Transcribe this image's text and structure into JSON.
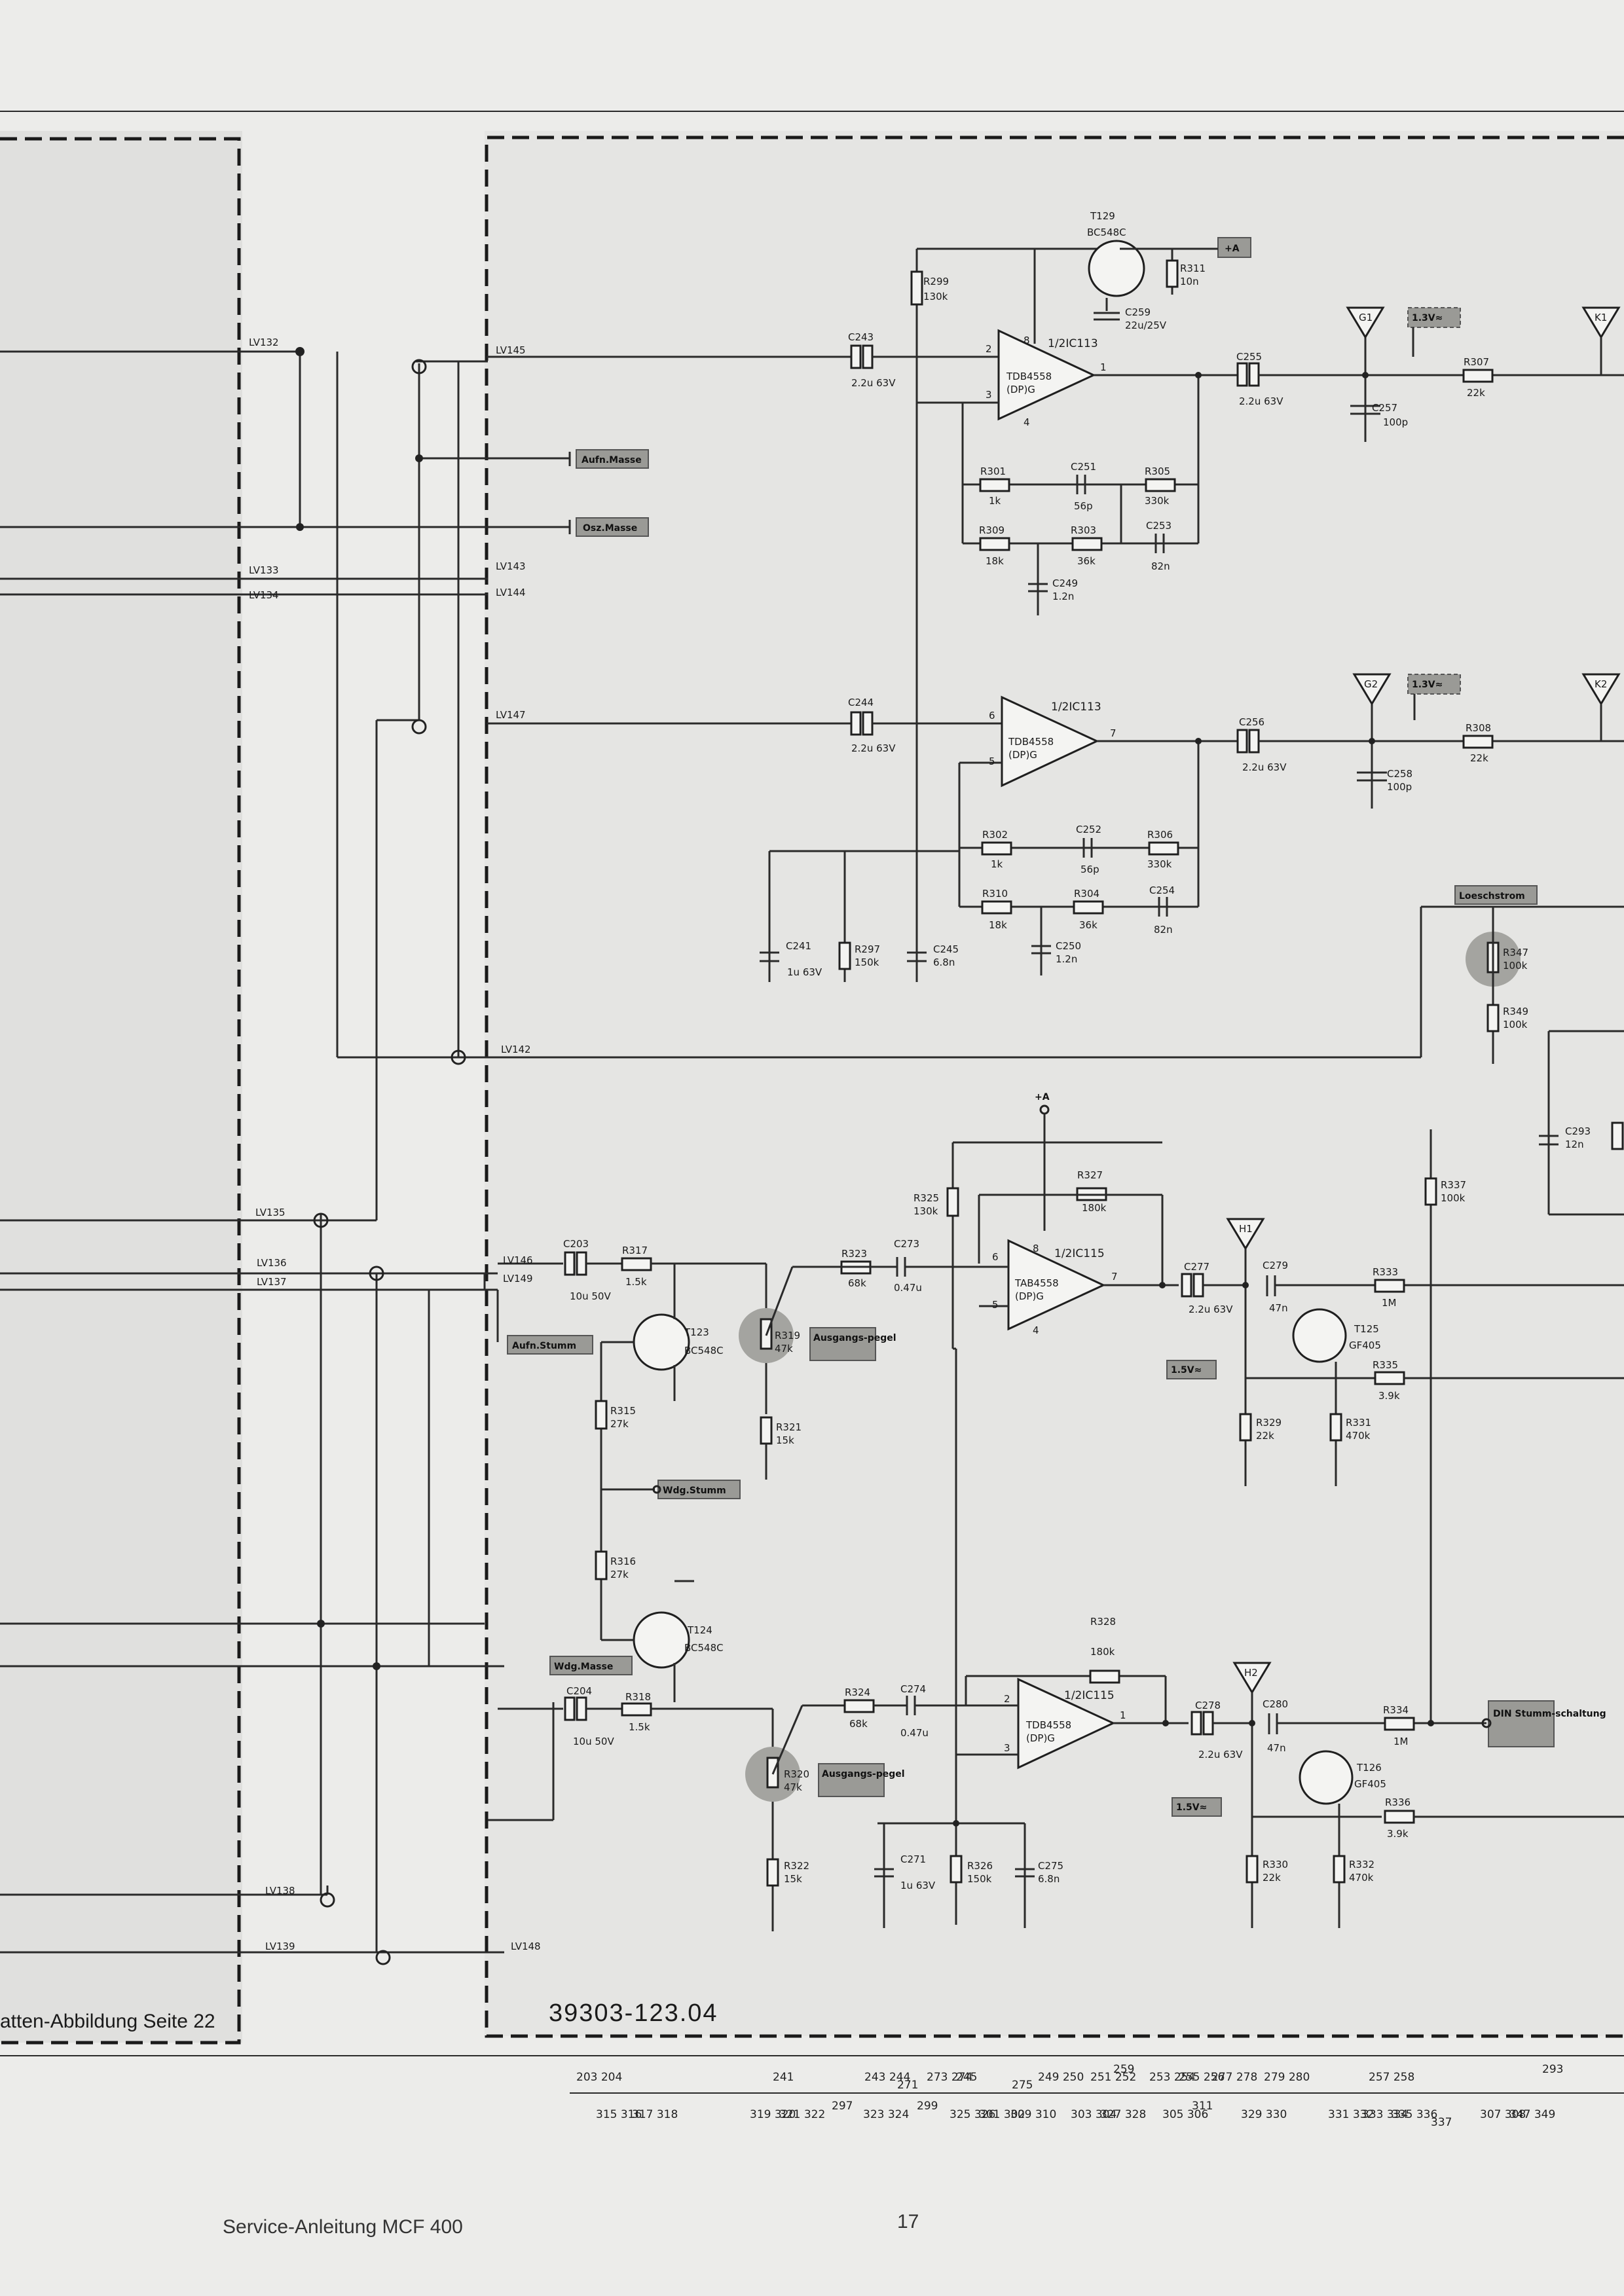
{
  "diagram_id": "39303-123.04",
  "board_note": "atten-Abbildung Seite 22",
  "footer": {
    "left": "Service-Anleitung MCF 400",
    "page": "17"
  },
  "connectors_left": [
    "LV132",
    "LV133",
    "LV134",
    "LV135",
    "LV136",
    "LV137",
    "LV138",
    "LV139"
  ],
  "connectors_right": [
    "LV145",
    "LV143",
    "LV144",
    "LV147",
    "LV142",
    "LV146",
    "LV149",
    "LV148"
  ],
  "tags": {
    "aufn_masse": "Aufn.Masse",
    "osz_masse": "Osz.Masse",
    "aufn_stumm": "Aufn.Stumm",
    "wdg_stumm": "Wdg.Stumm",
    "wdg_masse": "Wdg.Masse",
    "loeschstrom": "Loeschstrom",
    "din_stumm": "DIN Stumm-schaltung",
    "ausgangs1": "Ausgangs-pegel",
    "ausgangs2": "Ausgangs-pegel",
    "v13_1": "1.3V≈",
    "v13_2": "1.3V≈",
    "v15_1": "1.5V≈",
    "v15_2": "1.5V≈",
    "plus_a1": "+A",
    "plus_a2": "+A"
  },
  "testpoints": [
    "G1",
    "K1",
    "G2",
    "K2",
    "H1",
    "H2"
  ],
  "opamps": [
    {
      "ref": "1/2IC113",
      "type": "TDB4558",
      "pkg": "(DP)G",
      "pins": [
        "2",
        "3",
        "1",
        "8",
        "4"
      ]
    },
    {
      "ref": "1/2IC113",
      "type": "TDB4558",
      "pkg": "(DP)G",
      "pins": [
        "6",
        "5",
        "7"
      ]
    },
    {
      "ref": "1/2IC115",
      "type": "TAB4558",
      "pkg": "(DP)G",
      "pins": [
        "6",
        "5",
        "7",
        "8",
        "4"
      ]
    },
    {
      "ref": "1/2IC115",
      "type": "TDB4558",
      "pkg": "(DP)G",
      "pins": [
        "2",
        "3",
        "1"
      ]
    }
  ],
  "transistors": [
    {
      "ref": "T129",
      "type": "BC548C"
    },
    {
      "ref": "T123",
      "type": "BC548C"
    },
    {
      "ref": "T124",
      "type": "BC548C"
    },
    {
      "ref": "T125",
      "type": "GF405"
    },
    {
      "ref": "T126",
      "type": "GF405"
    }
  ],
  "components": [
    {
      "ref": "R299",
      "val": "130k"
    },
    {
      "ref": "R311",
      "val": "10n"
    },
    {
      "ref": "C259",
      "val": "22u/25V"
    },
    {
      "ref": "C243",
      "val": "2.2u 63V"
    },
    {
      "ref": "C255",
      "val": "2.2u 63V"
    },
    {
      "ref": "C257",
      "val": "100p"
    },
    {
      "ref": "R307",
      "val": "22k"
    },
    {
      "ref": "R301",
      "val": "1k"
    },
    {
      "ref": "C251",
      "val": "56p"
    },
    {
      "ref": "R305",
      "val": "330k"
    },
    {
      "ref": "R309",
      "val": "18k"
    },
    {
      "ref": "R303",
      "val": "36k"
    },
    {
      "ref": "C253",
      "val": "82n"
    },
    {
      "ref": "C249",
      "val": "1.2n"
    },
    {
      "ref": "C244",
      "val": "2.2u 63V"
    },
    {
      "ref": "C256",
      "val": "2.2u 63V"
    },
    {
      "ref": "C258",
      "val": "100p"
    },
    {
      "ref": "R308",
      "val": "22k"
    },
    {
      "ref": "R302",
      "val": "1k"
    },
    {
      "ref": "C252",
      "val": "56p"
    },
    {
      "ref": "R306",
      "val": "330k"
    },
    {
      "ref": "R310",
      "val": "18k"
    },
    {
      "ref": "R304",
      "val": "36k"
    },
    {
      "ref": "C254",
      "val": "82n"
    },
    {
      "ref": "C250",
      "val": "1.2n"
    },
    {
      "ref": "C241",
      "val": "1u 63V"
    },
    {
      "ref": "R297",
      "val": "150k"
    },
    {
      "ref": "C245",
      "val": "6.8n"
    },
    {
      "ref": "R347",
      "val": "100k"
    },
    {
      "ref": "R349",
      "val": "100k"
    },
    {
      "ref": "C293",
      "val": "12n"
    },
    {
      "ref": "R337",
      "val": "100k"
    },
    {
      "ref": "R325",
      "val": "130k"
    },
    {
      "ref": "R327",
      "val": "180k"
    },
    {
      "ref": "C203",
      "val": "10u 50V"
    },
    {
      "ref": "R317",
      "val": "1.5k"
    },
    {
      "ref": "R319",
      "val": "47k"
    },
    {
      "ref": "R323",
      "val": "68k"
    },
    {
      "ref": "C273",
      "val": "0.47u"
    },
    {
      "ref": "C277",
      "val": "2.2u 63V"
    },
    {
      "ref": "C279",
      "val": "47n"
    },
    {
      "ref": "R333",
      "val": "1M"
    },
    {
      "ref": "R335",
      "val": "3.9k"
    },
    {
      "ref": "R329",
      "val": "22k"
    },
    {
      "ref": "R331",
      "val": "470k"
    },
    {
      "ref": "R315",
      "val": "27k"
    },
    {
      "ref": "R321",
      "val": "15k"
    },
    {
      "ref": "R316",
      "val": "27k"
    },
    {
      "ref": "R328",
      "val": "180k"
    },
    {
      "ref": "C204",
      "val": "10u 50V"
    },
    {
      "ref": "R318",
      "val": "1.5k"
    },
    {
      "ref": "R324",
      "val": "68k"
    },
    {
      "ref": "C274",
      "val": "0.47u"
    },
    {
      "ref": "C278",
      "val": "2.2u 63V"
    },
    {
      "ref": "C280",
      "val": "47n"
    },
    {
      "ref": "R334",
      "val": "1M"
    },
    {
      "ref": "R336",
      "val": "3.9k"
    },
    {
      "ref": "R330",
      "val": "22k"
    },
    {
      "ref": "R332",
      "val": "470k"
    },
    {
      "ref": "R320",
      "val": "47k"
    },
    {
      "ref": "R322",
      "val": "15k"
    },
    {
      "ref": "C271",
      "val": "1u 63V"
    },
    {
      "ref": "R326",
      "val": "150k"
    },
    {
      "ref": "C275",
      "val": "6.8n"
    }
  ],
  "index_row1": [
    "203 204",
    "241",
    "243 244",
    "271",
    "273 274",
    "245",
    "275",
    "249 250",
    "251 252",
    "259",
    "253 254",
    "255 256",
    "277 278",
    "279 280",
    "257 258",
    "293"
  ],
  "index_row2": [
    "315 316",
    "317 318",
    "319 320",
    "321 322",
    "297",
    "323 324",
    "299",
    "325 326",
    "301 302",
    "309 310",
    "303 304",
    "327 328",
    "305 306",
    "311",
    "329 330",
    "331 332",
    "333 334",
    "335 336",
    "337",
    "307 308",
    "347 349"
  ]
}
